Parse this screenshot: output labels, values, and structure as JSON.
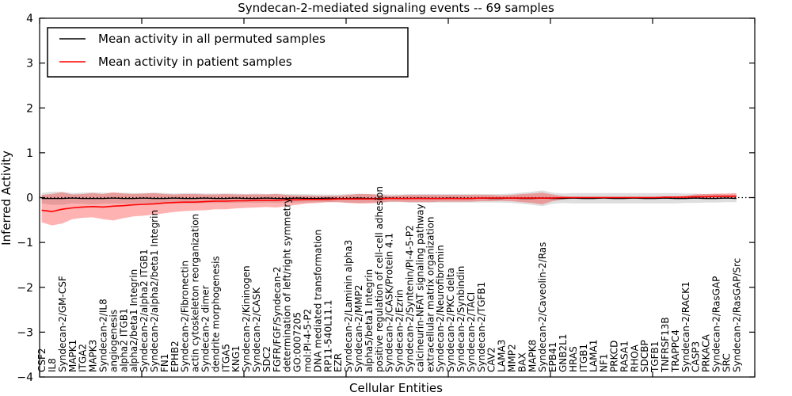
{
  "chart_data": {
    "type": "line",
    "title": "Syndecan-2-mediated signaling events -- 69 samples",
    "xlabel": "Cellular Entities",
    "ylabel": "Inferred Activity",
    "ylim": [
      -4,
      4
    ],
    "xlim": [
      0,
      70
    ],
    "yticks": [
      -4,
      -3,
      -2,
      -1,
      0,
      1,
      2,
      3,
      4
    ],
    "xticks": [
      0,
      10,
      20,
      30,
      40,
      50,
      60,
      70
    ],
    "grid": false,
    "legend_position": "upper left",
    "categories": [
      "CSF2",
      "IL8",
      "Syndecan-2/GM-CSF",
      "MAPK1",
      "ITGA2",
      "MAPK3",
      "Syndecan-2/IL8",
      "angiogenesis",
      "alpha2 ITGB1",
      "alpha2/beta1 Integrin",
      "Syndecan-2/alpha2 ITGB1",
      "Syndecan-2/alpha2/beta1 Integrin",
      "FN1",
      "EPHB2",
      "Syndecan-2/Fibronectin",
      "actin cytoskeleton reorganization",
      "Syndecan-2 dimer",
      "dendrite morphogenesis",
      "ITGA5",
      "KNG1",
      "Syndecan-2/Kininogen",
      "Syndecan-2/CASK",
      "SDC2",
      "FGFR/FGF/Syndecan-2",
      "determination of left/right symmetry",
      "GO:0007205",
      "mol:PI-4-5-P2",
      "DNA mediated transformation",
      "RP11-540L11.1",
      "EZR",
      "Syndecan-2/Laminin alpha3",
      "Syndecan-2/MMP2",
      "alpha5/beta1 Integrin",
      "positive regulation of cell-cell adhesion",
      "Syndecan-2/CASK/Protein 4.1",
      "Syndecan-2/Ezrin",
      "Syndecan-2/Syntenin/PI-4-5-P2",
      "calcineurin-NFAT signaling pathway",
      "extracellular matrix organization",
      "Syndecan-2/Neurofibromin",
      "Syndecan-2/PKC delta",
      "Syndecan-2/Synbindin",
      "Syndecan-2/TACI",
      "Syndecan-2/TGFB1",
      "CAV2",
      "LAMA3",
      "MMP2",
      "BAX",
      "MAPK8",
      "Syndecan-2/Caveolin-2/Ras",
      "EPB41",
      "GNB2L1",
      "HRAS",
      "ITGB1",
      "LAMA1",
      "NF1",
      "PRKCD",
      "RASA1",
      "RHOA",
      "SDCBP",
      "TGFB1",
      "TNFRSF13B",
      "TRAPPC4",
      "Syndecan-2/RACK1",
      "CASP3",
      "PRKACA",
      "Syndecan-2/RasGAP",
      "SRC",
      "Syndecan-2/RasGAP/Src"
    ],
    "series": [
      {
        "name": "Mean activity in all permuted samples",
        "color": "#000000",
        "values": [
          -0.02,
          -0.02,
          -0.02,
          -0.01,
          -0.02,
          -0.02,
          -0.02,
          -0.01,
          -0.02,
          -0.02,
          -0.01,
          -0.02,
          -0.02,
          -0.01,
          -0.02,
          -0.02,
          -0.01,
          -0.02,
          -0.02,
          -0.01,
          -0.02,
          -0.02,
          -0.01,
          -0.02,
          -0.02,
          -0.01,
          -0.02,
          -0.02,
          -0.01,
          -0.02,
          -0.02,
          -0.01,
          -0.02,
          -0.02,
          -0.01,
          -0.02,
          -0.02,
          -0.01,
          -0.02,
          -0.02,
          -0.01,
          -0.02,
          -0.02,
          -0.01,
          -0.02,
          -0.02,
          -0.01,
          -0.02,
          -0.02,
          -0.01,
          -0.02,
          -0.02,
          -0.01,
          -0.02,
          -0.02,
          -0.01,
          -0.02,
          -0.02,
          -0.01,
          -0.02,
          -0.02,
          -0.01,
          -0.02,
          -0.02,
          -0.01,
          -0.02,
          -0.02,
          -0.01,
          -0.02
        ]
      },
      {
        "name": "Mean activity in patient samples",
        "color": "#ff0000",
        "values": [
          -0.28,
          -0.31,
          -0.26,
          -0.23,
          -0.21,
          -0.2,
          -0.21,
          -0.19,
          -0.18,
          -0.16,
          -0.15,
          -0.14,
          -0.12,
          -0.11,
          -0.1,
          -0.1,
          -0.09,
          -0.08,
          -0.08,
          -0.07,
          -0.07,
          -0.06,
          -0.06,
          -0.06,
          -0.05,
          -0.05,
          -0.04,
          -0.04,
          -0.04,
          -0.03,
          -0.03,
          -0.03,
          -0.03,
          -0.03,
          -0.02,
          -0.02,
          -0.02,
          -0.02,
          -0.02,
          -0.02,
          -0.02,
          -0.02,
          -0.02,
          -0.01,
          -0.01,
          -0.01,
          -0.01,
          -0.01,
          -0.01,
          -0.01,
          -0.01,
          0.0,
          0.0,
          0.0,
          0.0,
          0.0,
          0.0,
          0.0,
          0.0,
          0.0,
          0.0,
          0.01,
          0.01,
          0.01,
          0.02,
          0.02,
          0.03,
          0.03,
          0.03
        ]
      }
    ],
    "bands": [
      {
        "name": "permuted-samples-range",
        "color": "#000000",
        "opacity": 0.13,
        "upper": [
          0.1,
          0.13,
          0.13,
          0.1,
          0.11,
          0.12,
          0.11,
          0.1,
          0.11,
          0.1,
          0.1,
          0.11,
          0.1,
          0.09,
          0.1,
          0.1,
          0.09,
          0.09,
          0.09,
          0.09,
          0.08,
          0.09,
          0.08,
          0.09,
          0.08,
          0.08,
          0.08,
          0.07,
          0.07,
          0.07,
          0.08,
          0.09,
          0.08,
          0.08,
          0.07,
          0.07,
          0.08,
          0.08,
          0.08,
          0.08,
          0.08,
          0.08,
          0.08,
          0.08,
          0.08,
          0.08,
          0.09,
          0.11,
          0.13,
          0.16,
          0.11,
          0.09,
          0.1,
          0.1,
          0.1,
          0.1,
          0.1,
          0.1,
          0.1,
          0.1,
          0.1,
          0.1,
          0.1,
          0.09,
          0.09,
          0.08,
          0.08,
          0.07,
          0.07
        ],
        "lower": [
          -0.13,
          -0.16,
          -0.16,
          -0.13,
          -0.14,
          -0.15,
          -0.14,
          -0.13,
          -0.14,
          -0.13,
          -0.13,
          -0.14,
          -0.13,
          -0.12,
          -0.13,
          -0.13,
          -0.12,
          -0.12,
          -0.12,
          -0.12,
          -0.11,
          -0.12,
          -0.11,
          -0.12,
          -0.11,
          -0.11,
          -0.11,
          -0.1,
          -0.1,
          -0.1,
          -0.11,
          -0.12,
          -0.11,
          -0.11,
          -0.1,
          -0.1,
          -0.11,
          -0.11,
          -0.11,
          -0.11,
          -0.11,
          -0.11,
          -0.11,
          -0.11,
          -0.11,
          -0.11,
          -0.12,
          -0.14,
          -0.16,
          -0.19,
          -0.14,
          -0.12,
          -0.13,
          -0.13,
          -0.13,
          -0.13,
          -0.13,
          -0.13,
          -0.13,
          -0.13,
          -0.13,
          -0.13,
          -0.13,
          -0.12,
          -0.12,
          -0.11,
          -0.11,
          -0.1,
          -0.1
        ]
      },
      {
        "name": "patient-samples-range",
        "color": "#ff0000",
        "opacity": 0.3,
        "upper": [
          0.06,
          0.08,
          0.12,
          0.07,
          0.08,
          0.1,
          0.08,
          0.12,
          0.09,
          0.08,
          0.09,
          0.1,
          0.08,
          0.07,
          0.08,
          0.08,
          0.07,
          0.07,
          0.08,
          0.07,
          0.07,
          0.07,
          0.07,
          0.08,
          0.06,
          0.05,
          0.05,
          0.04,
          0.04,
          0.04,
          0.06,
          0.08,
          0.08,
          0.06,
          0.04,
          0.05,
          0.06,
          0.06,
          0.06,
          0.06,
          0.06,
          0.06,
          0.06,
          0.06,
          0.06,
          0.05,
          0.06,
          0.08,
          0.09,
          0.11,
          0.07,
          0.03,
          0.02,
          0.02,
          0.02,
          0.02,
          0.02,
          0.02,
          0.02,
          0.02,
          0.02,
          0.02,
          0.02,
          0.04,
          0.07,
          0.08,
          0.09,
          0.09,
          0.1
        ],
        "lower": [
          -0.55,
          -0.62,
          -0.58,
          -0.48,
          -0.45,
          -0.44,
          -0.48,
          -0.51,
          -0.46,
          -0.42,
          -0.4,
          -0.38,
          -0.35,
          -0.32,
          -0.3,
          -0.29,
          -0.28,
          -0.26,
          -0.26,
          -0.24,
          -0.23,
          -0.22,
          -0.21,
          -0.22,
          -0.19,
          -0.16,
          -0.13,
          -0.12,
          -0.1,
          -0.1,
          -0.12,
          -0.13,
          -0.13,
          -0.12,
          -0.09,
          -0.09,
          -0.1,
          -0.1,
          -0.1,
          -0.09,
          -0.09,
          -0.09,
          -0.09,
          -0.08,
          -0.08,
          -0.07,
          -0.08,
          -0.1,
          -0.12,
          -0.15,
          -0.08,
          -0.04,
          -0.02,
          -0.02,
          -0.02,
          -0.02,
          -0.02,
          -0.02,
          -0.02,
          -0.02,
          -0.02,
          -0.02,
          -0.02,
          -0.02,
          -0.02,
          -0.02,
          -0.01,
          -0.01,
          -0.01
        ]
      }
    ],
    "reference_line": {
      "y": 0,
      "style": "dotted",
      "color": "#000000"
    }
  }
}
